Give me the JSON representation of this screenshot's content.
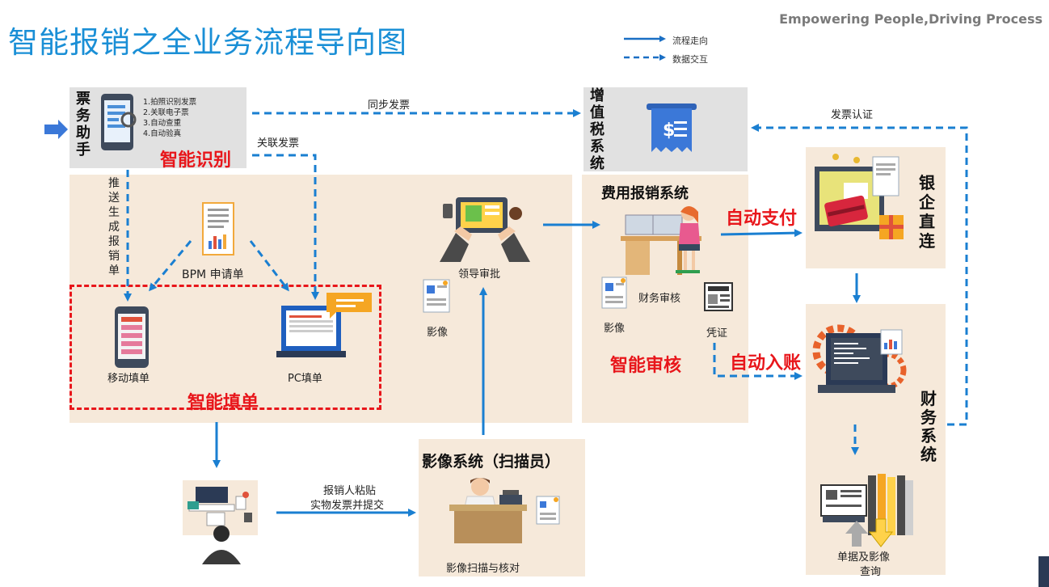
{
  "header": {
    "title": "智能报销之全业务流程导向图",
    "slogan": "Empowering People,Driving Process"
  },
  "legend": {
    "solid_label": "流程走向",
    "dashed_label": "数据交互"
  },
  "ticket_assistant": {
    "name": "票务助手",
    "features": [
      "1.拍照识别发票",
      "2.关联电子票",
      "3.自动查重",
      "4.自动验真"
    ],
    "tag": "智能识别"
  },
  "vat": {
    "name": "增值税系统"
  },
  "edges": {
    "sync_invoice": "同步发票",
    "invoice_cert": "发票认证",
    "link_invoice": "关联发票",
    "push_form": "推送生成报销单",
    "auto_pay": "自动支付",
    "auto_post": "自动入账",
    "paste_submit_1": "报销人粘贴",
    "paste_submit_2": "实物发票并提交"
  },
  "form_area": {
    "bpm": "BPM 申请单",
    "mobile": "移动填单",
    "pc": "PC填单",
    "tag": "智能填单"
  },
  "approval": {
    "leader": "领导审批",
    "image": "影像"
  },
  "expense_system": {
    "title": "费用报销系统",
    "image": "影像",
    "finance_review": "财务审核",
    "voucher": "凭证",
    "tag": "智能审核"
  },
  "bank": {
    "name": "银企直连"
  },
  "finance_system": {
    "name": "财务系统",
    "query_1": "单据及影像",
    "query_2": "查询"
  },
  "image_system": {
    "title": "影像系统（扫描员）",
    "caption": "影像扫描与核对"
  },
  "colors": {
    "accent": "#1a8fd6",
    "red": "#e8161b",
    "beige": "#f6e9da",
    "grey": "#e1e1e1"
  }
}
